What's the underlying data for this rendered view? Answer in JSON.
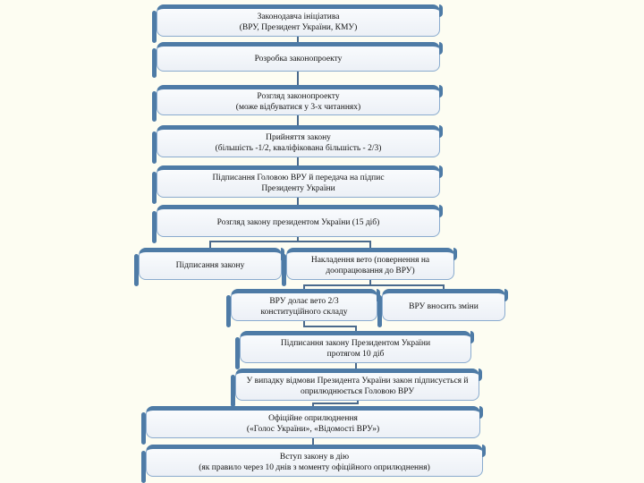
{
  "colors": {
    "background": "#fdfdf2",
    "box_fill_top": "#f9fbfd",
    "box_fill_bottom": "#ecf0f6",
    "box_border": "#8aabce",
    "accent_bar": "#4e7ba6",
    "connector": "#4a6a8c",
    "text": "#141414"
  },
  "nodes": {
    "b1": {
      "line1": "Законодавча ініціатива",
      "line2": "(ВРУ, Президент України, КМУ)"
    },
    "b2": {
      "line1": "Розробка законопроекту",
      "line2": ""
    },
    "b3": {
      "line1": "Розгляд законопроекту",
      "line2": "(може відбуватися у 3-х читаннях)"
    },
    "b4": {
      "line1": "Прийняття закону",
      "line2": "(більшість -1/2, кваліфікована більшість - 2/3)"
    },
    "b5": {
      "line1": "Підписання Головою ВРУ й передача на підпис",
      "line2": "Президенту України"
    },
    "b6": {
      "line1": "Розгляд закону президентом України (15 діб)",
      "line2": ""
    },
    "b7": {
      "line1": "Підписання закону",
      "line2": ""
    },
    "b8": {
      "line1": "Накладення вето (повернення на",
      "line2": "доопрацювання до ВРУ)"
    },
    "b9": {
      "line1": "ВРУ долає вето 2/3",
      "line2": "конституційного складу"
    },
    "b10": {
      "line1": "ВРУ вносить зміни",
      "line2": ""
    },
    "b11": {
      "line1": "Підписання закону Президентом України",
      "line2": "протягом 10 діб"
    },
    "b12": {
      "line1": "У випадку відмови Президента України закон підписується й",
      "line2": "оприлюднюється Головою ВРУ"
    },
    "b13": {
      "line1": "Офіційне оприлюднення",
      "line2": "(«Голос України», «Відомості ВРУ»)"
    },
    "b14": {
      "line1": "Вступ закону в дію",
      "line2": "(як правило через 10 днів з моменту офіційного оприлюднення)"
    }
  }
}
